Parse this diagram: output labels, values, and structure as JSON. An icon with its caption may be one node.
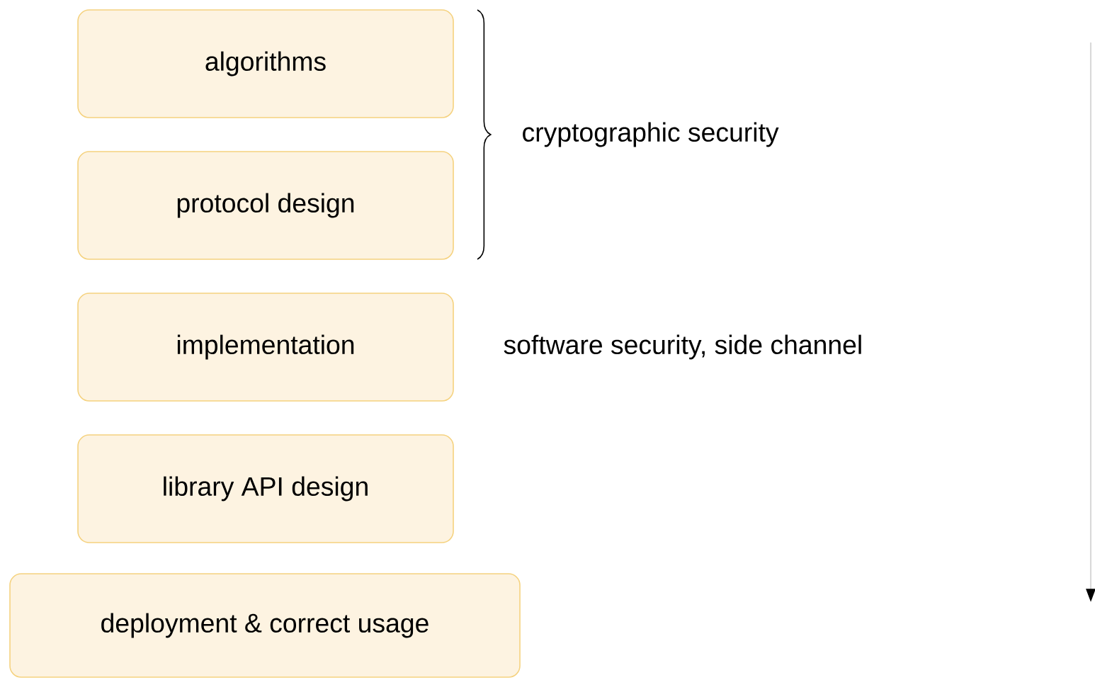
{
  "diagram": {
    "nodes": [
      {
        "text": [
          "algorithms"
        ]
      },
      {
        "text": [
          "protocol design"
        ]
      },
      {
        "text": [
          "implementation"
        ]
      },
      {
        "text": [
          "library API design"
        ]
      },
      {
        "text": [
          "deployment & correct usage"
        ]
      }
    ],
    "labels": [
      "cryptographic security",
      "software security, side channel"
    ]
  }
}
